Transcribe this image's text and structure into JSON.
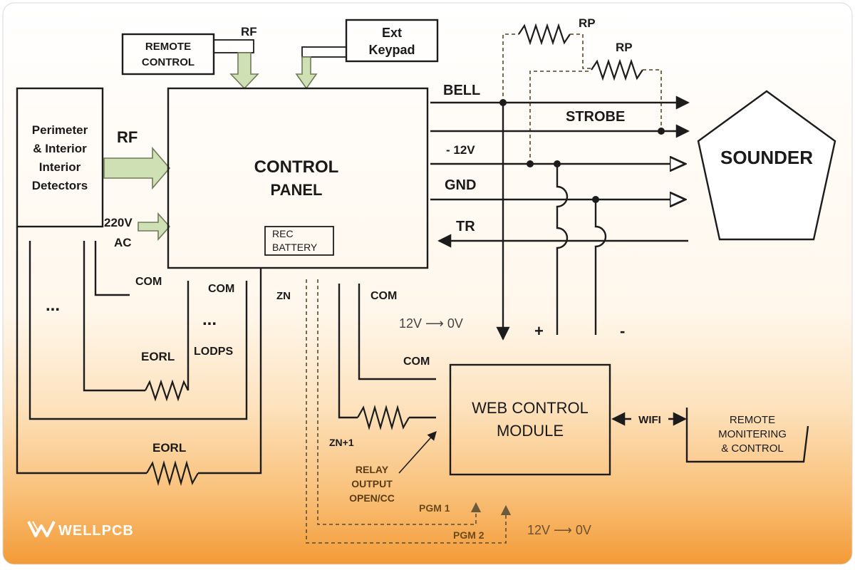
{
  "labels": {
    "remote_control_1": "REMOTE",
    "remote_control_2": "CONTROL",
    "rf_top": "RF",
    "ext_keypad_1": "Ext",
    "ext_keypad_2": "Keypad",
    "rp_1": "RP",
    "rp_2": "RP",
    "bell": "BELL",
    "strobe": "STROBE",
    "minus_12v": "- 12V",
    "gnd": "GND",
    "tr": "TR",
    "sounder": "SOUNDER",
    "detectors_1": "Perimeter",
    "detectors_2": "& Interior",
    "detectors_3": "Interior",
    "detectors_4": "Detectors",
    "rf_left": "RF",
    "ac_1": "220V",
    "ac_2": "AC",
    "control_panel_1": "CONTROL",
    "control_panel_2": "PANEL",
    "rec_battery_1": "REC",
    "rec_battery_2": "BATTERY",
    "com_1": "COM",
    "com_2": "COM",
    "com_3": "COM",
    "com_4": "COM",
    "ellipsis_1": "...",
    "ellipsis_2": "...",
    "lodps": "LODPS",
    "eorl_1": "EORL",
    "eorl_2": "EORL",
    "zn": "ZN",
    "zn1": "ZN+1",
    "v_12_0_1": "12V  ⟶  0V",
    "v_12_0_2": "12V  ⟶  0V",
    "plus": "+",
    "minus": "-",
    "web_1": "WEB CONTROL",
    "web_2": "MODULE",
    "wifi": "WIFI",
    "remote_mon_1": "REMOTE",
    "remote_mon_2": "MONITERING",
    "remote_mon_3": "& CONTROL",
    "relay_1": "RELAY",
    "relay_2": "OUTPUT",
    "relay_3": "OPEN/CC",
    "pgm1": "PGM 1",
    "pgm2": "PGM 2",
    "brand": "WELLPCB"
  },
  "colors": {
    "background_top": "#ffffff",
    "background_mid": "#fde7c8",
    "background_bottom": "#f5a23e",
    "arrow_fill": "#cfe0b4",
    "line": "#1c1c1c",
    "dashed": "#6b5a3c"
  },
  "icons": {
    "brand_logo": "wellpcb-logo-icon"
  }
}
